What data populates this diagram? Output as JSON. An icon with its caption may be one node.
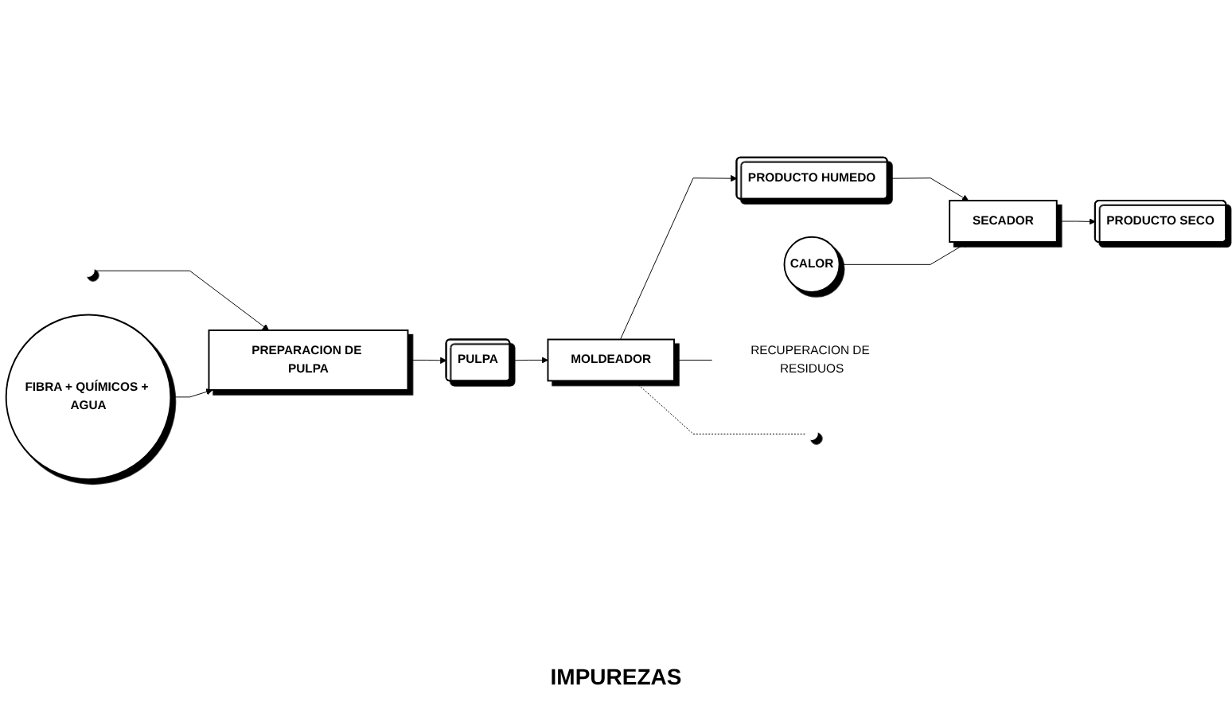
{
  "diagram": {
    "nodes": [
      {
        "text": [
          "FIBRA + QUÍMICOS + AGUA"
        ]
      },
      {
        "text": [
          "PREPARACION DE PULPA"
        ]
      },
      {
        "text": [
          "PULPA"
        ]
      },
      {
        "text": [
          "MOLDEADOR"
        ]
      },
      {
        "text": [
          "PRODUCTO HUMEDO"
        ]
      },
      {
        "text": [
          "CALOR"
        ]
      },
      {
        "text": [
          "SECADOR"
        ]
      },
      {
        "text": [
          "PRODUCTO SECO"
        ]
      },
      {
        "text": [
          "RECUPERACION DE RESIDUOS"
        ]
      }
    ],
    "edges": [
      {
        "from": null,
        "to": 1,
        "arrow": "to"
      },
      {
        "from": 0,
        "to": 1,
        "arrow": "to"
      },
      {
        "from": 1,
        "to": 2,
        "arrow": "to"
      },
      {
        "from": 2,
        "to": 3,
        "arrow": "to"
      },
      {
        "from": 3,
        "to": 4,
        "arrow": "to"
      },
      {
        "from": 4,
        "to": 6,
        "arrow": "to"
      },
      {
        "from": 5,
        "to": 6,
        "arrow": "to"
      },
      {
        "from": 6,
        "to": 7,
        "arrow": "to"
      },
      {
        "from": 3,
        "to": 8,
        "arrow": "none"
      },
      {
        "from": 3,
        "to": null,
        "arrow": "none",
        "style": "dashed"
      }
    ],
    "labels": [
      "IMPUREZAS"
    ]
  }
}
